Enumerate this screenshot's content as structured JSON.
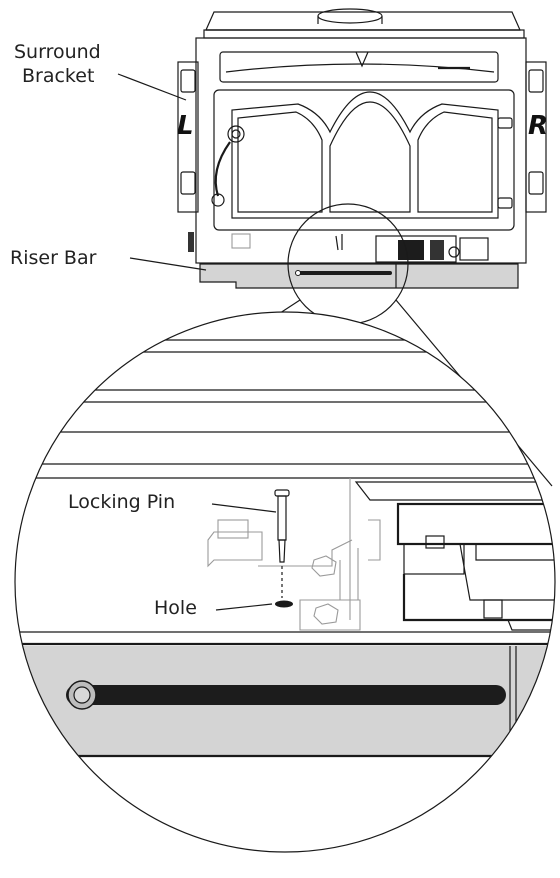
{
  "labels": {
    "surround_bracket": [
      "Surround",
      "Bracket"
    ],
    "side_left": "L",
    "side_right": "R",
    "riser_bar": "Riser Bar",
    "locking_pin": "Locking Pin",
    "hole": "Hole"
  },
  "colors": {
    "line": "#1a1a1a",
    "riser_fill": "#d4d4d4",
    "slot_fill": "#1c1c1c",
    "faint_parts": "#9a9a9a"
  }
}
